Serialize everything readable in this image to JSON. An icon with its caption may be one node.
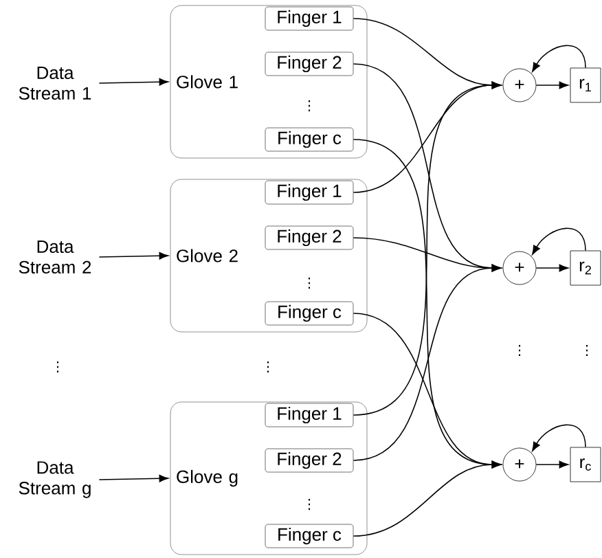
{
  "diagram": {
    "nodes": [
      {
        "text": [
          "Data Stream 1"
        ]
      },
      {
        "text": [
          "Glove 1"
        ]
      },
      {
        "text": [
          "Finger 1"
        ],
        "in": 1
      },
      {
        "text": [
          "Finger 2"
        ],
        "in": 1
      },
      {
        "text": [
          "Finger c"
        ],
        "in": 1
      },
      {
        "text": [
          "Data Stream 2"
        ]
      },
      {
        "text": [
          "Glove 2"
        ]
      },
      {
        "text": [
          "Finger 1"
        ],
        "in": 6
      },
      {
        "text": [
          "Finger 2"
        ],
        "in": 6
      },
      {
        "text": [
          "Finger c"
        ],
        "in": 6
      },
      {
        "text": [
          "Data Stream g"
        ]
      },
      {
        "text": [
          "Glove g"
        ]
      },
      {
        "text": [
          "Finger 1"
        ],
        "in": 11
      },
      {
        "text": [
          "Finger 2"
        ],
        "in": 11
      },
      {
        "text": [
          "Finger c"
        ],
        "in": 11
      },
      {
        "text": [
          "+"
        ]
      },
      {
        "text": [
          "r$_{1}$"
        ]
      },
      {
        "text": [
          "+"
        ]
      },
      {
        "text": [
          "r$_{2}$"
        ]
      },
      {
        "text": [
          "+"
        ]
      },
      {
        "text": [
          "r$_{c}$"
        ]
      }
    ],
    "edges": [
      {
        "from": 0,
        "to": 1,
        "arrow": "to"
      },
      {
        "from": 5,
        "to": 6,
        "arrow": "to"
      },
      {
        "from": 10,
        "to": 11,
        "arrow": "to"
      },
      {
        "from": 2,
        "to": 15,
        "arrow": "to"
      },
      {
        "from": 3,
        "to": 17,
        "arrow": "to"
      },
      {
        "from": 4,
        "to": 19,
        "arrow": "to"
      },
      {
        "from": 7,
        "to": 15,
        "arrow": "to"
      },
      {
        "from": 8,
        "to": 17,
        "arrow": "to"
      },
      {
        "from": 9,
        "to": 19,
        "arrow": "to"
      },
      {
        "from": 12,
        "to": 15,
        "arrow": "to"
      },
      {
        "from": 13,
        "to": 17,
        "arrow": "to"
      },
      {
        "from": 14,
        "to": 19,
        "arrow": "to"
      },
      {
        "from": 15,
        "to": 16,
        "arrow": "to"
      },
      {
        "from": 17,
        "to": 18,
        "arrow": "to"
      },
      {
        "from": 19,
        "to": 20,
        "arrow": "to"
      },
      {
        "from": 16,
        "to": 15,
        "arrow": "to"
      },
      {
        "from": 18,
        "to": 17,
        "arrow": "to"
      },
      {
        "from": 20,
        "to": 19,
        "arrow": "to"
      }
    ],
    "labels": [
      "⋮",
      "⋮",
      "⋮",
      "⋮",
      "⋮",
      "⋮",
      "⋮"
    ]
  }
}
